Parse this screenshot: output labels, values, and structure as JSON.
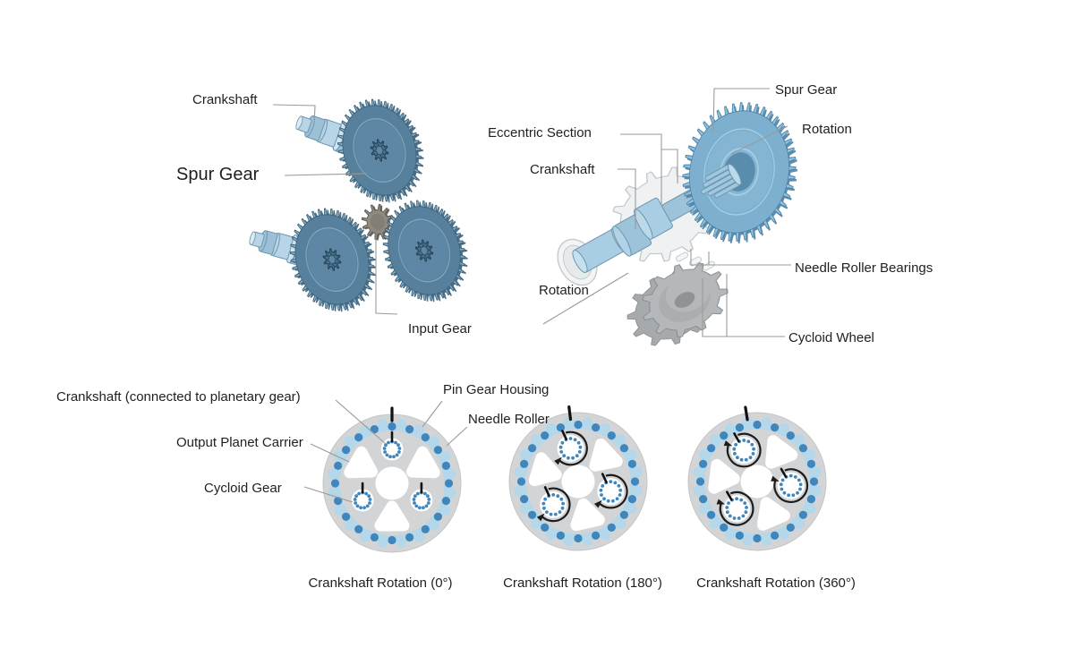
{
  "page": {
    "background": "#ffffff"
  },
  "colors": {
    "gear_blue_face": "#57809d",
    "gear_blue_teeth": "#83abc4",
    "gear_blue_light": "#aed2e6",
    "shaft_blue": "#b7d5e6",
    "input_gear_gray": "#8e8a80",
    "housing_gray": "#d3d4d6",
    "pin_blue": "#3f86bd",
    "ring_light_blue": "#b4d7e9",
    "marker_black": "#1c1c1c",
    "label_text": "#1f1f1f",
    "leader_line": "#9a9a9a"
  },
  "spur_gear_set": {
    "labels": {
      "crankshaft": "Crankshaft",
      "spur_gear": "Spur Gear",
      "input_gear": "Input Gear"
    }
  },
  "crankshaft_assembly": {
    "labels": {
      "spur_gear": "Spur Gear",
      "rotation_upper": "Rotation",
      "eccentric_section": "Eccentric Section",
      "crankshaft": "Crankshaft",
      "rotation_lower": "Rotation",
      "needle_roller_bearings": "Needle Roller Bearings",
      "cycloid_wheel": "Cycloid Wheel"
    }
  },
  "rotation_sequence": {
    "labels": {
      "crankshaft_planetary": "Crankshaft (connected to planetary gear)",
      "pin_gear_housing": "Pin Gear Housing",
      "needle_roller": "Needle Roller",
      "output_planet_carrier": "Output Planet Carrier",
      "cycloid_gear": "Cycloid Gear"
    },
    "states": [
      {
        "caption": "Crankshaft Rotation (0°)",
        "crankshaft_angle_deg": 0
      },
      {
        "caption": "Crankshaft Rotation (180°)",
        "crankshaft_angle_deg": 180
      },
      {
        "caption": "Crankshaft Rotation (360°)",
        "crankshaft_angle_deg": 360
      }
    ]
  }
}
